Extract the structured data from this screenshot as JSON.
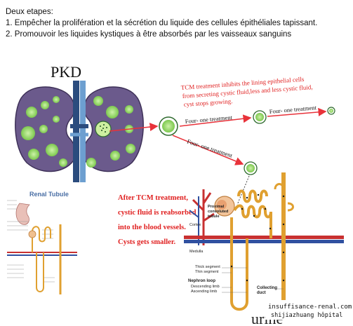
{
  "intro": {
    "heading": "Deux etapes:",
    "steps": [
      "1. Empêcher la prolifération et la sécrétion du liquide des cellules épithéliales tapissant.",
      "2. Promouvoir les liquides kystiques à être absorbés par les vaisseaux sanguins"
    ]
  },
  "kidney": {
    "label": "PKD"
  },
  "treatment_note": [
    "TCM treatment inhibits the lining epithelial cells",
    "from secreting cystic fluid,less and less cystic fluid,",
    "cyst stops growing."
  ],
  "arrow_labels": [
    "Four- one treatment",
    "Four- one treatment",
    "Four- one treatment"
  ],
  "absorption_note": [
    "After TCM treatment,",
    "cystic fluid is reabsorbed",
    "into the blood vessels.",
    "Cysts gets smaller."
  ],
  "renal_tubule": {
    "title": "Renal Tubule"
  },
  "nephron_labels": {
    "proximal": [
      "Proximal",
      "convoluted",
      "tubule"
    ],
    "cortex": "Cortex",
    "medulla": "Medulla",
    "thick_segment": "Thick segment",
    "thin_segment": "Thin segment",
    "loop": "Nephron loop",
    "descending": "Descending limb",
    "ascending": "Ascending limb",
    "collecting": [
      "Collecting",
      "duct"
    ]
  },
  "urine_label": "urine",
  "watermark": [
    "insuffisance-renal.com",
    "shijiazhuang hôpital"
  ],
  "colors": {
    "kidney": "#6b5a8c",
    "cyst": "#a8e07a",
    "vessel": "#2b4c7e",
    "arrow": "#e8323a",
    "red_text": "#e02020",
    "tubule": "#e0a030"
  }
}
